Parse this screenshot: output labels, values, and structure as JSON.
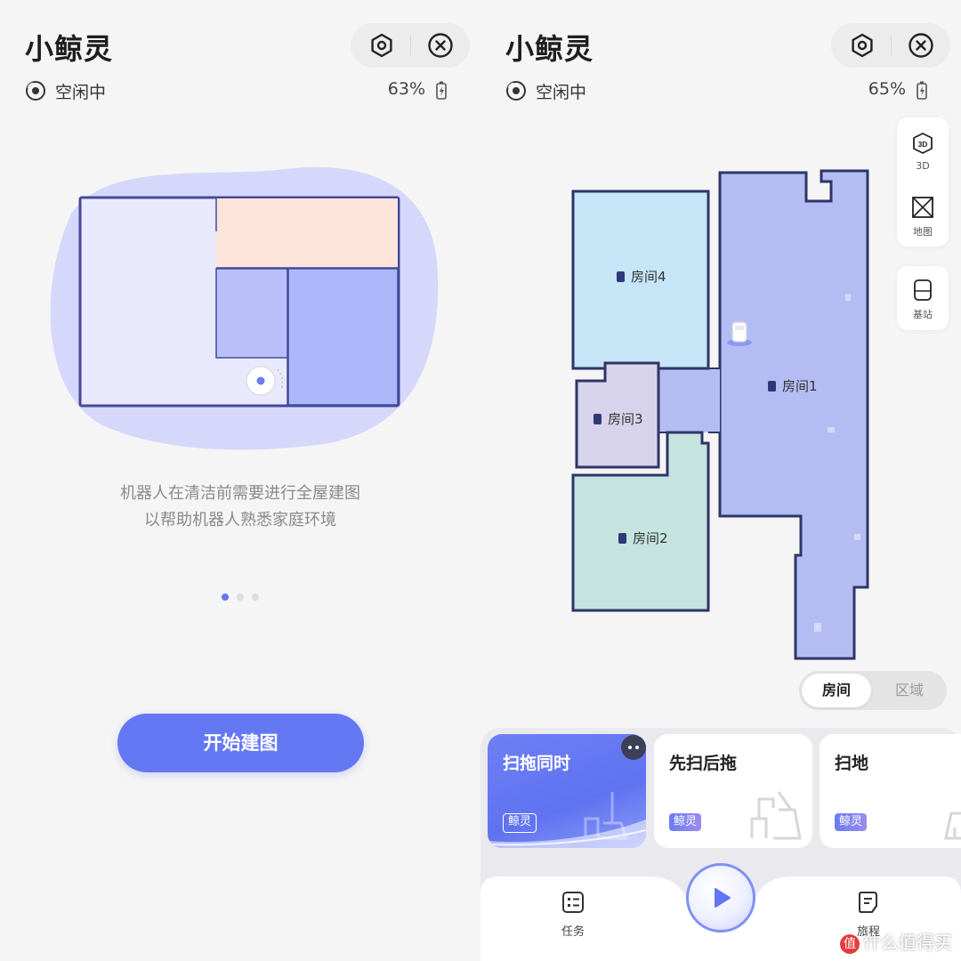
{
  "left_screen": {
    "title": "小鲸灵",
    "status": "空闲中",
    "battery": "63%",
    "description_line1": "机器人在清洁前需要进行全屋建图",
    "description_line2": "以帮助机器人熟悉家庭环境",
    "pager": {
      "count": 3,
      "active": 1
    },
    "start_button": "开始建图"
  },
  "right_screen": {
    "title": "小鲸灵",
    "status": "空闲中",
    "battery": "65%",
    "rooms": [
      {
        "name": "房间1"
      },
      {
        "name": "房间2"
      },
      {
        "name": "房间3"
      },
      {
        "name": "房间4"
      }
    ],
    "side_tools": [
      {
        "icon": "3d-cube-icon",
        "label": "3D"
      },
      {
        "icon": "map-icon",
        "label": "地图"
      },
      {
        "icon": "base-station-icon",
        "label": "基站"
      }
    ],
    "segment": {
      "options": [
        "房间",
        "区域"
      ],
      "selected": "房间"
    },
    "modes": [
      {
        "name": "扫拖同时",
        "badge": "鲸灵",
        "selected": true
      },
      {
        "name": "先扫后拖",
        "badge": "鲸灵",
        "selected": false
      },
      {
        "name": "扫地",
        "badge": "鲸灵",
        "selected": false
      }
    ],
    "nav": {
      "tasks_label": "任务",
      "journey_label": "旅程"
    }
  },
  "watermark": {
    "logo": "值",
    "text": "什么值得买"
  },
  "colors": {
    "accent": "#6275f2",
    "room1": "#b4bdf3",
    "room2": "#c5e4e0",
    "room3": "#d8d3ec",
    "room4": "#c6e6f7",
    "map_outline": "#2e3566"
  }
}
